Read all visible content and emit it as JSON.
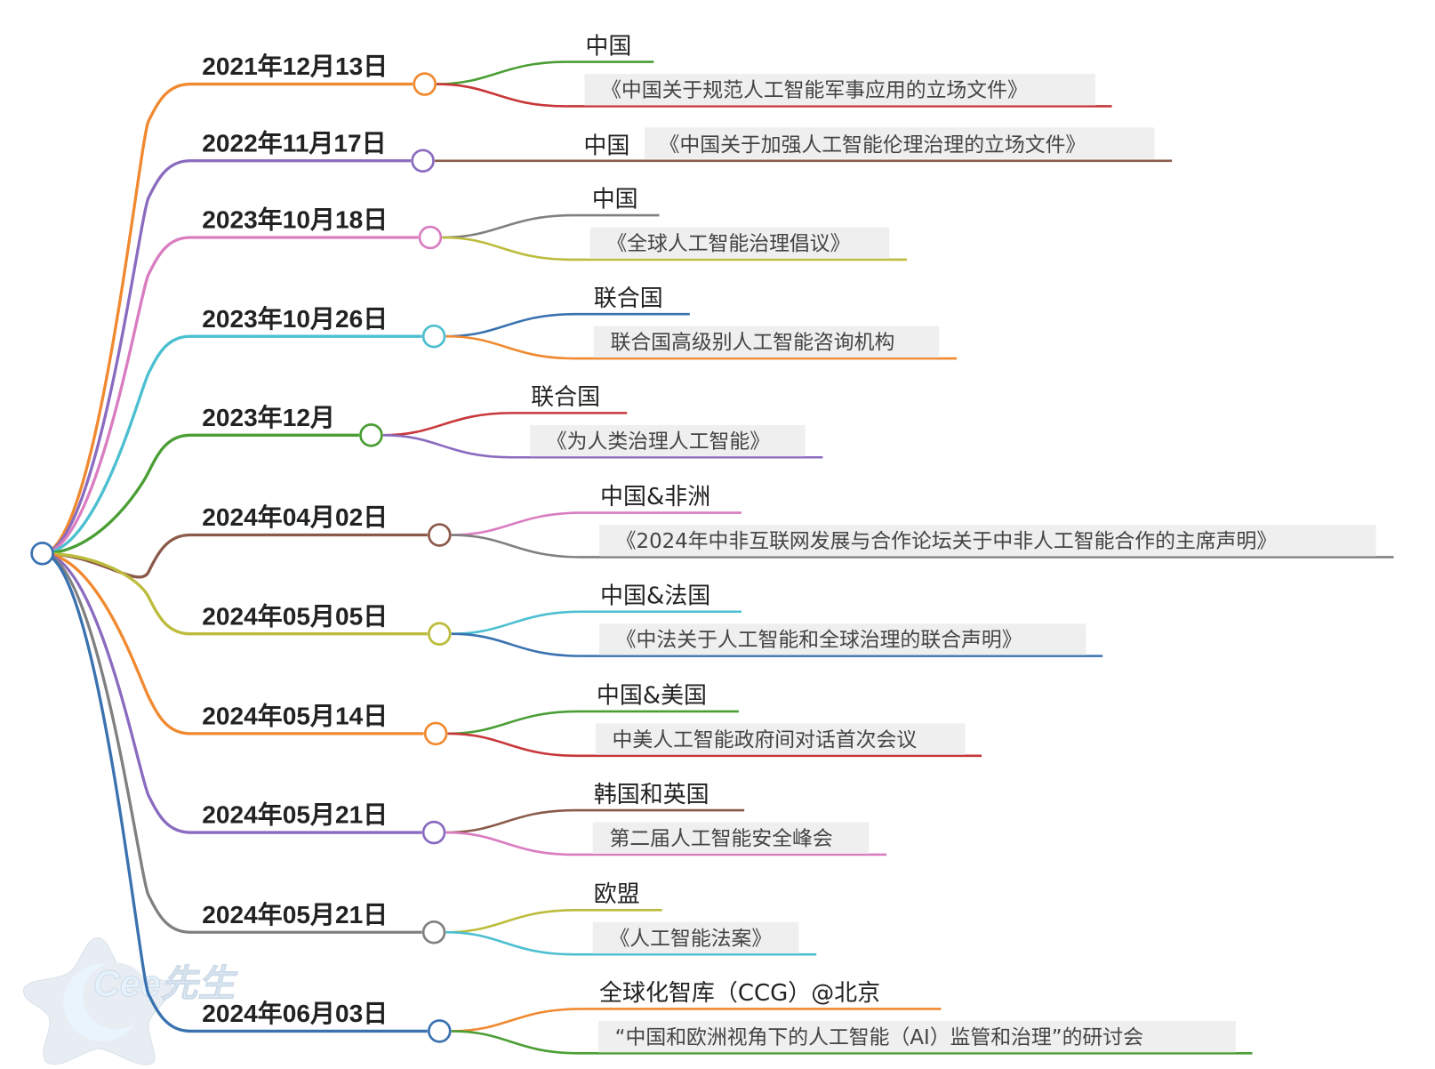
{
  "root": {
    "color": "#3a72b0"
  },
  "watermark": {
    "text": "Cee先生"
  },
  "nodes": [
    {
      "date": "2021年12月13日",
      "color": "#f0892f",
      "children": [
        {
          "text": "中国",
          "color": "#4a9e35"
        },
        {
          "text": "《中国关于规范人工智能军事应用的立场文件》",
          "color": "#c8373a"
        }
      ]
    },
    {
      "date": "2022年11月17日",
      "color": "#8a6bbf",
      "children": [
        {
          "text": "中国",
          "color": "#8b5a4a"
        },
        {
          "text": "《中国关于加强人工智能伦理治理的立场文件》",
          "color": "#8b5a4a"
        }
      ]
    },
    {
      "date": "2023年10月18日",
      "color": "#d97cc0",
      "children": [
        {
          "text": "中国",
          "color": "#808080"
        },
        {
          "text": "《全球人工智能治理倡议》",
          "color": "#bcbc3c"
        }
      ]
    },
    {
      "date": "2023年10月26日",
      "color": "#4bbfd0",
      "children": [
        {
          "text": "联合国",
          "color": "#3a72b0"
        },
        {
          "text": "联合国高级别人工智能咨询机构",
          "color": "#f0892f"
        }
      ]
    },
    {
      "date": "2023年12月",
      "color": "#4a9e35",
      "children": [
        {
          "text": "联合国",
          "color": "#c8373a"
        },
        {
          "text": "《为人类治理人工智能》",
          "color": "#8a6bbf"
        }
      ]
    },
    {
      "date": "2024年04月02日",
      "color": "#8b5a4a",
      "children": [
        {
          "text": "中国&非洲",
          "color": "#d97cc0"
        },
        {
          "text": "《2024年中非互联网发展与合作论坛关于中非人工智能合作的主席声明》",
          "color": "#808080"
        }
      ]
    },
    {
      "date": "2024年05月05日",
      "color": "#bcbc3c",
      "children": [
        {
          "text": "中国&法国",
          "color": "#4bbfd0"
        },
        {
          "text": "《中法关于人工智能和全球治理的联合声明》",
          "color": "#3a72b0"
        }
      ]
    },
    {
      "date": "2024年05月14日",
      "color": "#f0892f",
      "children": [
        {
          "text": "中国&美国",
          "color": "#4a9e35"
        },
        {
          "text": "中美人工智能政府间对话首次会议",
          "color": "#c8373a"
        }
      ]
    },
    {
      "date": "2024年05月21日",
      "color": "#8a6bbf",
      "children": [
        {
          "text": "韩国和英国",
          "color": "#8b5a4a"
        },
        {
          "text": "第二届人工智能安全峰会",
          "color": "#d97cc0"
        }
      ]
    },
    {
      "date": "2024年05月21日",
      "color": "#808080",
      "children": [
        {
          "text": "欧盟",
          "color": "#bcbc3c"
        },
        {
          "text": "《人工智能法案》",
          "color": "#4bbfd0"
        }
      ]
    },
    {
      "date": "2024年06月03日",
      "color": "#3a72b0",
      "children": [
        {
          "text": "全球化智库（CCG）@北京",
          "color": "#f0892f"
        },
        {
          "text": "“中国和欧洲视角下的人工智能（AI）监管和治理”的研讨会",
          "color": "#4a9e35"
        }
      ]
    }
  ]
}
